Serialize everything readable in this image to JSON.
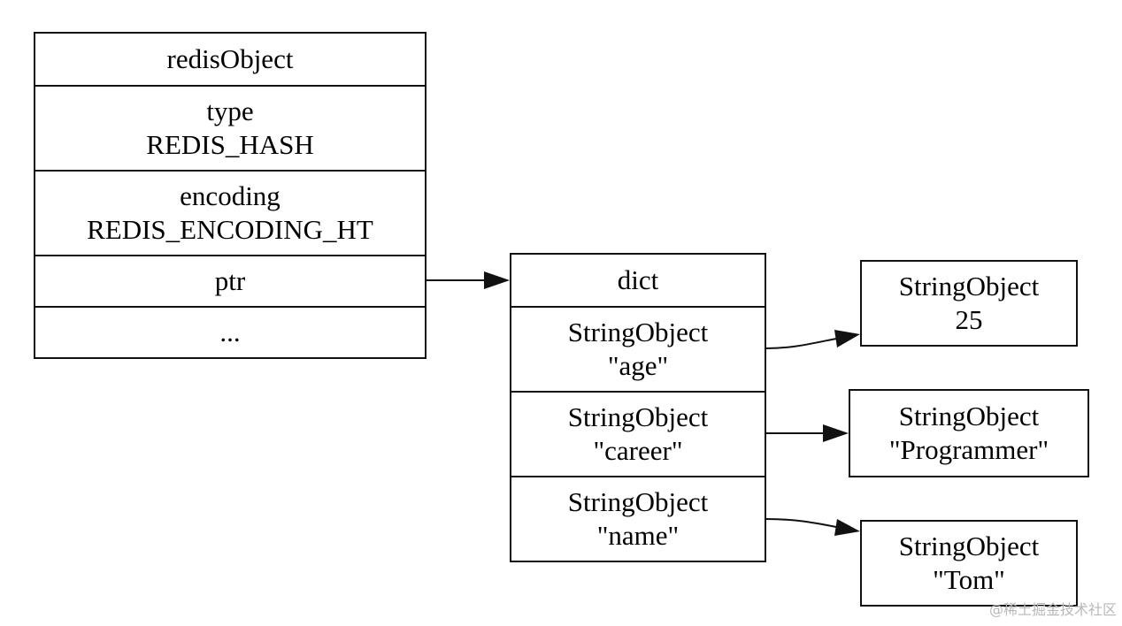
{
  "redis_object": {
    "title": "redisObject",
    "type_label": "type",
    "type_value": "REDIS_HASH",
    "encoding_label": "encoding",
    "encoding_value": "REDIS_ENCODING_HT",
    "ptr": "ptr",
    "ellipsis": "..."
  },
  "dict": {
    "title": "dict",
    "entries": [
      {
        "type": "StringObject",
        "key": "\"age\""
      },
      {
        "type": "StringObject",
        "key": "\"career\""
      },
      {
        "type": "StringObject",
        "key": "\"name\""
      }
    ]
  },
  "values": [
    {
      "type": "StringObject",
      "value": "25"
    },
    {
      "type": "StringObject",
      "value": "\"Programmer\""
    },
    {
      "type": "StringObject",
      "value": "\"Tom\""
    }
  ],
  "watermark": "@稀土掘金技术社区"
}
